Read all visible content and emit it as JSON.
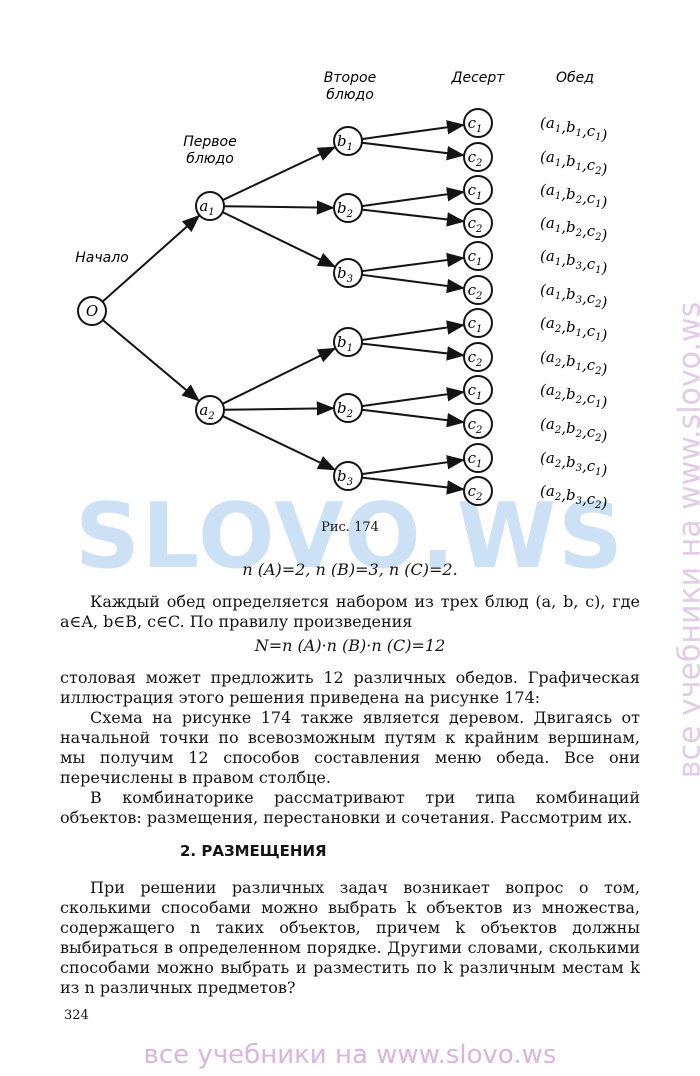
{
  "tree": {
    "headers": {
      "second_course_1": "Второе",
      "second_course_2": "блюдо",
      "dessert": "Десерт",
      "lunch": "Обед",
      "first_course_1": "Первое",
      "first_course_2": "блюдо",
      "start": "Начало"
    },
    "root": "O",
    "level1": [
      "a1",
      "a2"
    ],
    "level2": [
      "b1",
      "b2",
      "b3",
      "b1",
      "b2",
      "b3"
    ],
    "level3": [
      "c1",
      "c2",
      "c1",
      "c2",
      "c1",
      "c2",
      "c1",
      "c2",
      "c1",
      "c2",
      "c1",
      "c2"
    ],
    "tuples": [
      "(a1,b1,c1)",
      "(a1,b1,c2)",
      "(a1,b2,c1)",
      "(a1,b2,c2)",
      "(a1,b3,c1)",
      "(a1,b3,c2)",
      "(a2,b1,c1)",
      "(a2,b1,c2)",
      "(a2,b2,c1)",
      "(a2,b2,c2)",
      "(a2,b3,c1)",
      "(a2,b3,c2)"
    ]
  },
  "caption": "Рис. 174",
  "eq1": "n (A)=2,  n (B)=3,  n (C)=2.",
  "para1": "Каждый обед определяется набором из трех блюд (a, b, c), где a∈A, b∈B, c∈C. По правилу произведения",
  "eq2": "N=n (A)·n (B)·n (C)=12",
  "para2": "столовая может предложить 12 различных обедов. Графическая иллюстрация этого решения приведена на рисунке 174:",
  "para3": "Схема на рисунке 174 также является деревом. Двигаясь от начальной точки по всевозможным путям к крайним вершинам, мы получим 12 способов составления меню обеда. Все они перечислены в правом столбце.",
  "para4": "В комбинаторике рассматривают три типа комбинаций объектов: размещения, перестановки и сочетания. Рассмотрим их.",
  "section": "2. РАЗМЕЩЕНИЯ",
  "para5": "При решении различных задач возникает вопрос о том, сколькими способами можно выбрать k объектов из множества, содержащего n таких объектов, причем k объектов должны выбираться в определенном порядке. Другими словами, сколькими способами можно выбрать и разместить по k различным местам k из n различных предметов?",
  "page_number": "324",
  "watermark_center": "SLOVO.WS",
  "watermark_side": "все учебники на www.slovo.ws",
  "watermark_bottom": "все учебники на www.slovo.ws"
}
